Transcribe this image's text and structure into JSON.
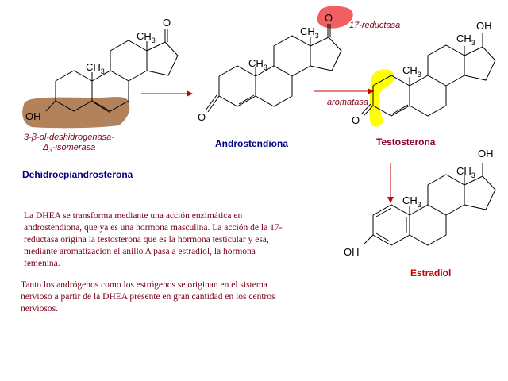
{
  "colors": {
    "blue": "#00007f",
    "dark_red": "#7a0018",
    "magenta_label": "#8b0038",
    "arrow_red": "#cc0000",
    "highlight_brown": "#b4825a",
    "highlight_red": "#f06060",
    "highlight_yellow": "#ffff00"
  },
  "labels": {
    "dhea": "Dehidroepiandrosterona",
    "androstendiona": "Androstendiona",
    "testosterona": "Testosterona",
    "estradiol": "Estradiol",
    "enzyme_line1": "3-β-ol-deshidrogenasa-",
    "enzyme_delta": "Δ",
    "enzyme_sub": "3",
    "enzyme_line2": "-isomerasa",
    "reductasa": "17-reductasa",
    "aromatasa": "aromatasa"
  },
  "atoms": {
    "O": "O",
    "OH": "OH",
    "CH": "CH",
    "sub3": "3"
  },
  "paragraphs": {
    "p1": "La DHEA se transforma mediante una acción enzimática en androstendiona, que ya es una hormona masculina. La acción de la 17-reductasa origina la testosterona que es la hormona testicular y esa, mediante aromatizacion  el anillo A pasa a estradiol, la hormona femenina.",
    "p2": "Tanto los andrógenos como los estrógenos se originan en el sistema nervioso a partir de la DHEA presente en gran cantidad en los centros nerviosos."
  }
}
